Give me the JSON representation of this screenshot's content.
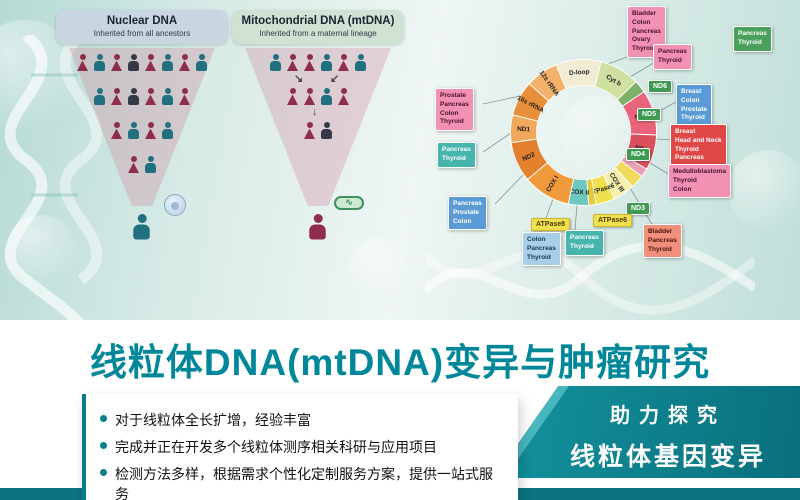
{
  "hero": {
    "nuclear_panel": {
      "title": "Nuclear DNA",
      "subtitle": "Inherited from all ancestors"
    },
    "mito_panel": {
      "title": "Mitochondrial DNA (mtDNA)",
      "subtitle": "Inherited from a maternal lineage"
    },
    "gene_map": {
      "segments": [
        {
          "name": "D-loop",
          "start": -22,
          "end": 14,
          "color": "#f2ecd4"
        },
        {
          "name": "Cyt b",
          "start": 14,
          "end": 46,
          "color": "#cfe0a0"
        },
        {
          "name": "ND6",
          "start": 46,
          "end": 56,
          "color": "#7fb069"
        },
        {
          "name": "ND5",
          "start": 56,
          "end": 92,
          "color": "#e8647a"
        },
        {
          "name": "ND4",
          "start": 92,
          "end": 120,
          "color": "#d94f5c"
        },
        {
          "name": "ND4L",
          "start": 120,
          "end": 127,
          "color": "#eaa0b4"
        },
        {
          "name": "ND3",
          "start": 127,
          "end": 138,
          "color": "#f0d95c"
        },
        {
          "name": "COX III",
          "start": 138,
          "end": 155,
          "color": "#f5eead"
        },
        {
          "name": "ATPase6",
          "start": 155,
          "end": 170,
          "color": "#f0e04f"
        },
        {
          "name": "ATPase8",
          "start": 170,
          "end": 176,
          "color": "#e2cb3a"
        },
        {
          "name": "COX II",
          "start": 176,
          "end": 192,
          "color": "#6fc7bf"
        },
        {
          "name": "COX I",
          "start": 192,
          "end": 230,
          "color": "#ef9b3c"
        },
        {
          "name": "ND2",
          "start": 230,
          "end": 262,
          "color": "#e4812f"
        },
        {
          "name": "ND1",
          "start": 262,
          "end": 284,
          "color": "#f0a95a"
        },
        {
          "name": "16s rRNA",
          "start": 284,
          "end": 312,
          "color": "#e78f3a"
        },
        {
          "name": "12s rRNA",
          "start": 312,
          "end": 338,
          "color": "#f2b26b"
        }
      ],
      "tags": {
        "nd6": "ND6",
        "nd5": "ND5",
        "nd4": "ND4",
        "nd3": "ND3",
        "atpase8": "ATPase8",
        "atpase6": "ATPase6"
      },
      "callouts": {
        "top_pink": "Bladder\nColon\nPancreas\nOvary\nThyroid",
        "topright_green": "Pancreas\nThyroid",
        "right_pink": "Pancreas\nThyroid",
        "right_blue": "Breast\nColon\nProstate\nThyroid",
        "right_red": "Breast\nHead and Neck\nThyroid\nPancreas",
        "right_medullo": "Medulloblastoma\nThyroid\nColon",
        "bottomright_salmon": "Bladder\nPancreas\nThyroid",
        "left_pink": "Prostate\nPancreas\nColon\nThyroid",
        "left_teal": "Pancreas\nThyroid",
        "bottomleft_blue": "Pancreas\nProstate\nColon",
        "bottom_lightblue": "Colon\nPancreas\nThyroid",
        "bottom_teal": "Pancreas\nThyroid"
      }
    }
  },
  "main": {
    "title": "线粒体DNA(mtDNA)变异与肿瘤研究",
    "bullets": [
      "对于线粒体全长扩增，经验丰富",
      "完成并正在开发多个线粒体测序相关科研与应用项目",
      "检测方法多样，根据需求个性化定制服务方案，提供一站式服务"
    ],
    "ribbon": {
      "line1": "助力探究",
      "line2": "线粒体基因变异"
    }
  }
}
